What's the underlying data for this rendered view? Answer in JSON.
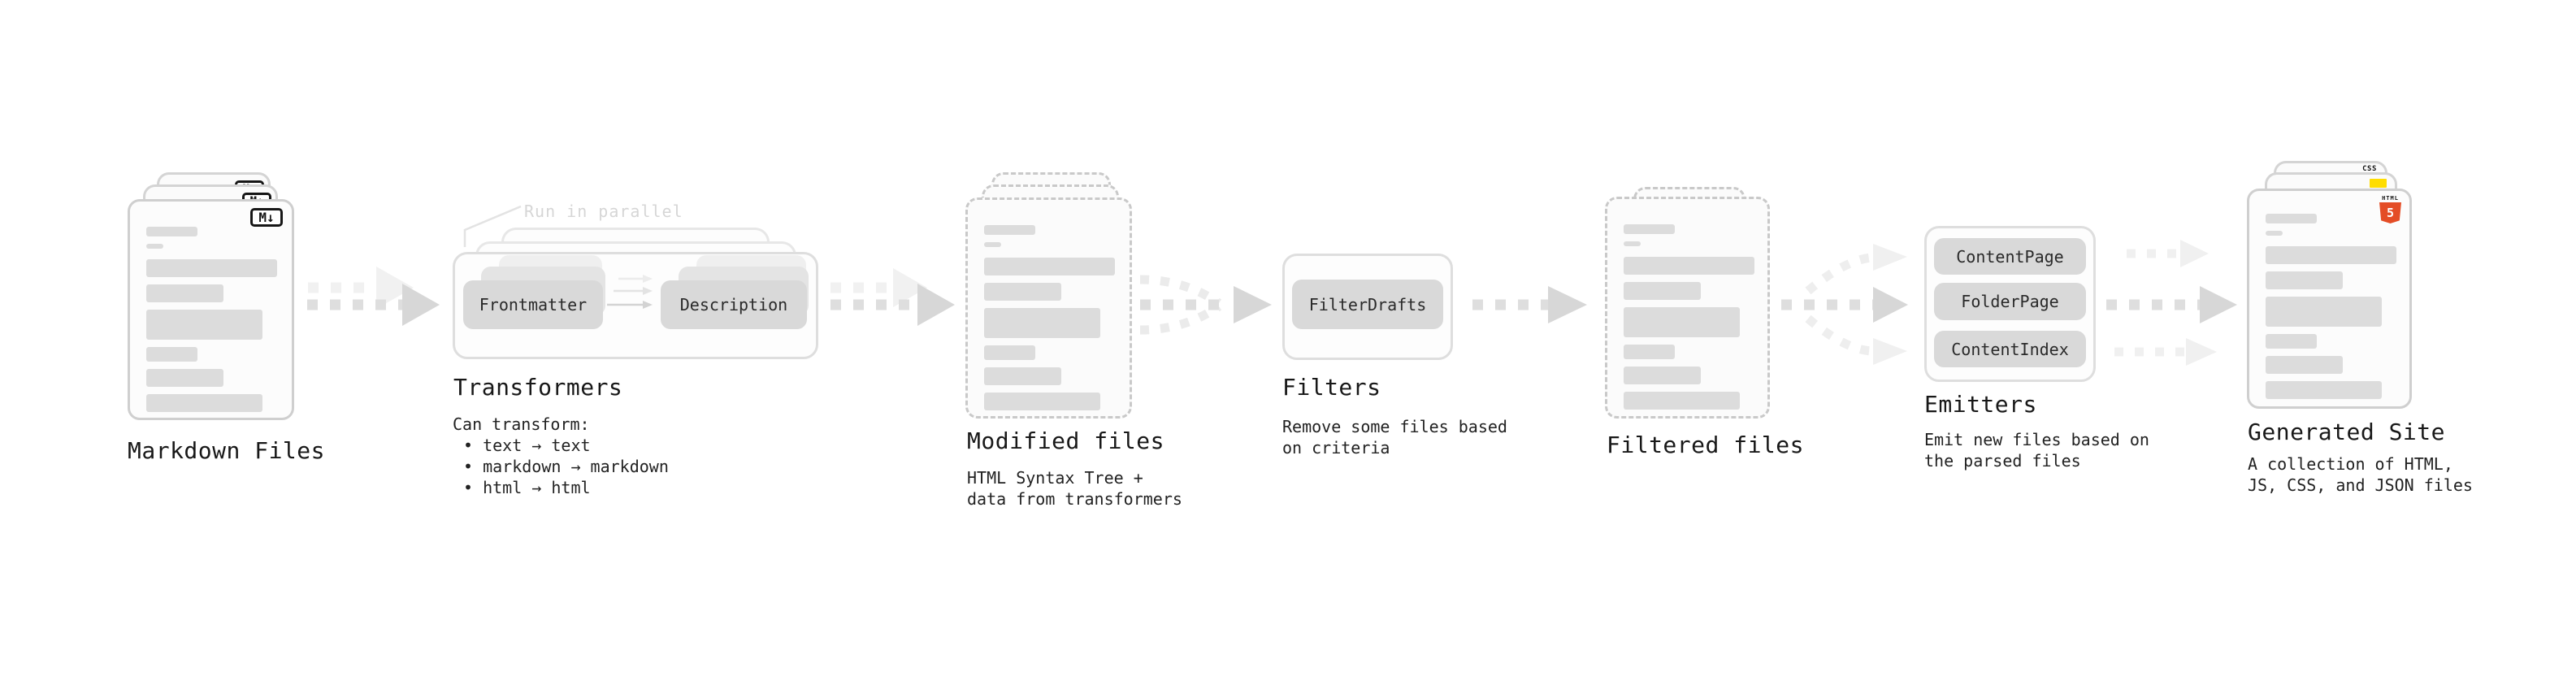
{
  "colors": {
    "html5_orange": "#e44d26",
    "js_yellow": "#ffdd00",
    "css_blue": "#2b6af3"
  },
  "nodes": {
    "markdown": {
      "title": "Markdown Files",
      "badge": "M↓"
    },
    "transformers": {
      "title": "Transformers",
      "annotation": "Run in parallel",
      "boxes": [
        "Frontmatter",
        "Description"
      ],
      "desc": [
        "Can transform:",
        "• text → text",
        "• markdown → markdown",
        "• html → html"
      ]
    },
    "modified": {
      "title": "Modified files",
      "desc": [
        "HTML Syntax Tree +",
        "data from transformers"
      ]
    },
    "filters": {
      "title": "Filters",
      "boxes": [
        "FilterDrafts"
      ],
      "desc": [
        "Remove some files based",
        "on criteria"
      ]
    },
    "filtered": {
      "title": "Filtered files"
    },
    "emitters": {
      "title": "Emitters",
      "boxes": [
        "ContentPage",
        "FolderPage",
        "ContentIndex"
      ],
      "desc": [
        "Emit new files based on",
        "the parsed files"
      ]
    },
    "site": {
      "title": "Generated Site",
      "desc": [
        "A collection of HTML,",
        "JS, CSS, and JSON files"
      ],
      "html_label": "HTML",
      "html_number": "5",
      "css_label": "CSS"
    }
  }
}
